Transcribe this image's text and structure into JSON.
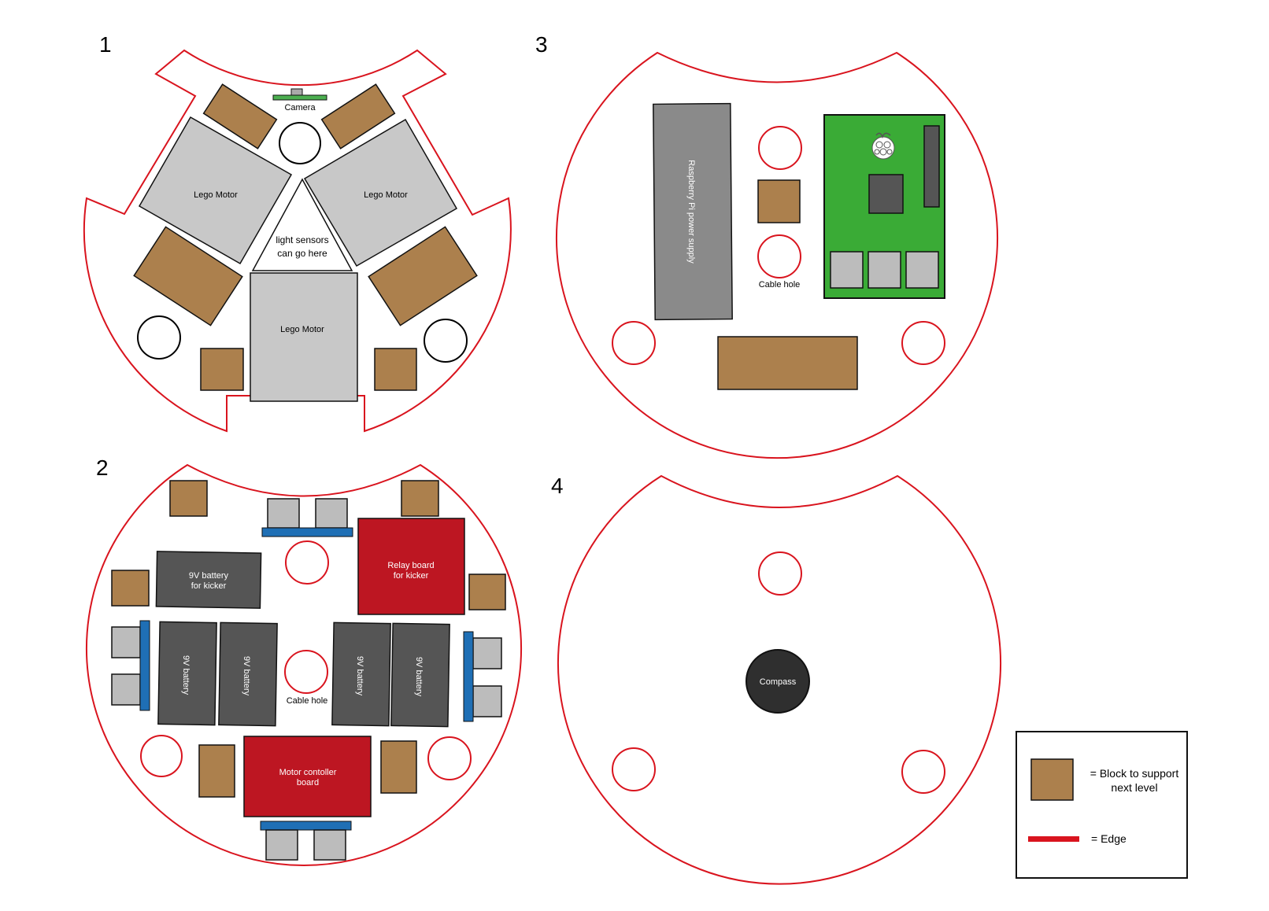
{
  "levels": {
    "l1": {
      "number": "1",
      "camera": "Camera",
      "motor_label": "Lego Motor",
      "sensors_line1": "light sensors",
      "sensors_line2": "can go here"
    },
    "l2": {
      "number": "2",
      "relay_line1": "Relay board",
      "relay_line2": "for kicker",
      "battery_kicker_line1": "9V battery",
      "battery_kicker_line2": "for kicker",
      "battery_label": "9V battery",
      "cable_hole": "Cable hole",
      "motor_ctrl_line1": "Motor contoller",
      "motor_ctrl_line2": "board"
    },
    "l3": {
      "number": "3",
      "power_supply": "Raspberry Pi power supply",
      "cable_hole": "Cable hole"
    },
    "l4": {
      "number": "4",
      "compass": "Compass"
    }
  },
  "legend": {
    "block_line1": "= Block to support",
    "block_line2": "next level",
    "edge": "= Edge"
  },
  "colors": {
    "edge": "#d9141e",
    "block": "#ac804d",
    "motor": "#c8c8c8",
    "battery": "#555555",
    "board_red": "#bd1622",
    "raspberry_pi": "#3aab36",
    "connector_blue": "#1f6fb5"
  }
}
